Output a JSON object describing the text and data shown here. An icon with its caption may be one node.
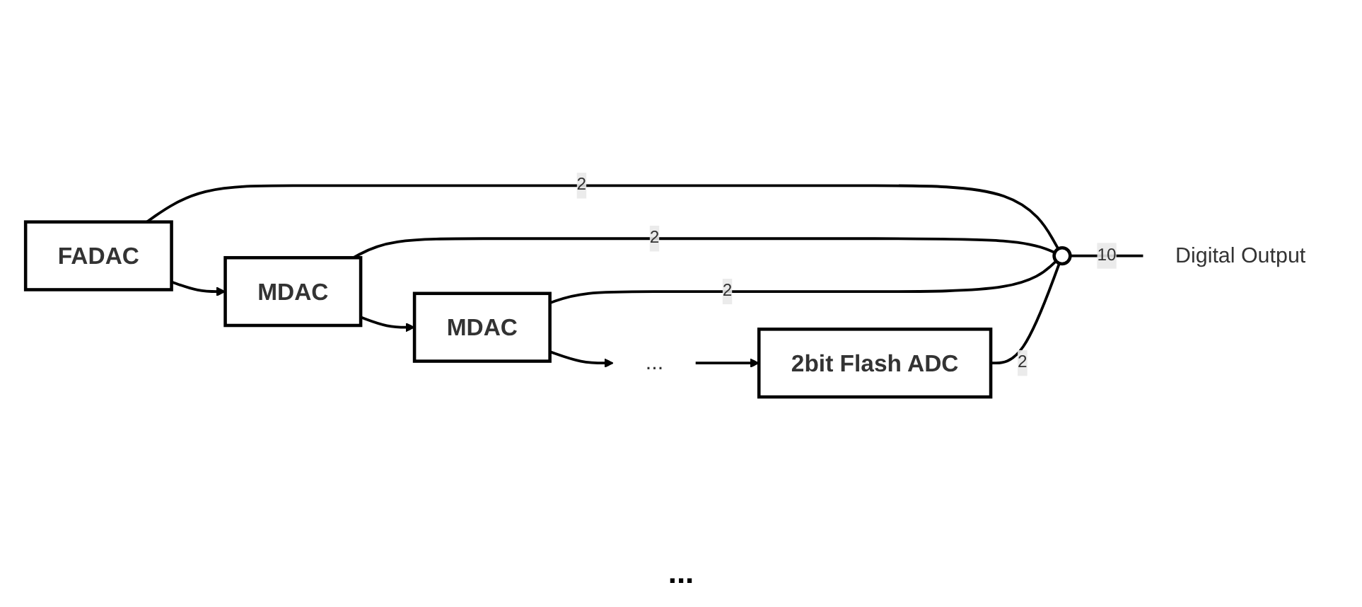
{
  "diagram": {
    "nodes": [
      {
        "text": [
          "FADAC"
        ]
      },
      {
        "text": [
          "MDAC"
        ]
      },
      {
        "text": [
          "MDAC"
        ]
      },
      {
        "text": [
          "..."
        ]
      },
      {
        "text": [
          "2bit Flash ADC"
        ]
      },
      {
        "text": [],
        "shape": "circle"
      },
      {
        "text": [
          "Digital Output"
        ]
      }
    ],
    "edges": [
      {
        "from": 0,
        "to": 1,
        "arrow": "to"
      },
      {
        "from": 1,
        "to": 2,
        "arrow": "to"
      },
      {
        "from": 2,
        "to": 3,
        "arrow": "to"
      },
      {
        "from": 3,
        "to": 4,
        "arrow": "to"
      },
      {
        "from": 0,
        "to": 5,
        "arrow": "none",
        "label": "2"
      },
      {
        "from": 1,
        "to": 5,
        "arrow": "none",
        "label": "2"
      },
      {
        "from": 2,
        "to": 5,
        "arrow": "none",
        "label": "2"
      },
      {
        "from": 4,
        "to": 5,
        "arrow": "none",
        "label": "2"
      },
      {
        "from": 5,
        "to": 6,
        "arrow": "none",
        "label": "10"
      }
    ],
    "labels": [
      "..."
    ]
  }
}
